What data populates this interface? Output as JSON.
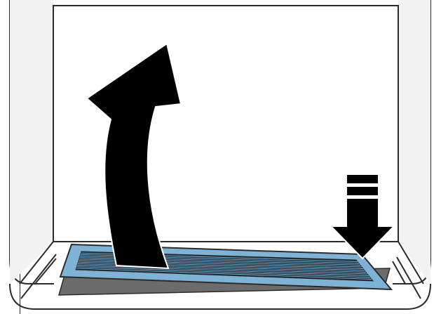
{
  "figure": {
    "subject": "appliance-interior",
    "components": [
      {
        "name": "side-panel-left"
      },
      {
        "name": "side-panel-right"
      },
      {
        "name": "back-panel"
      },
      {
        "name": "lower-cavity"
      },
      {
        "name": "grease-filter-tray"
      },
      {
        "name": "filter-grille-slats",
        "count": 11
      }
    ],
    "arrows": [
      {
        "name": "lift-arrow",
        "direction": "up-curved"
      },
      {
        "name": "press-down-arrow",
        "direction": "down"
      }
    ],
    "colors": {
      "outline": "#2b2b2b",
      "wall_fill": "#f2f2f2",
      "panel_fill": "#ffffff",
      "tray_fill": "#7fb3d5",
      "tray_shadow": "#6c6c6c",
      "grille": "#1f2d3a",
      "arrow": "#000000"
    }
  }
}
